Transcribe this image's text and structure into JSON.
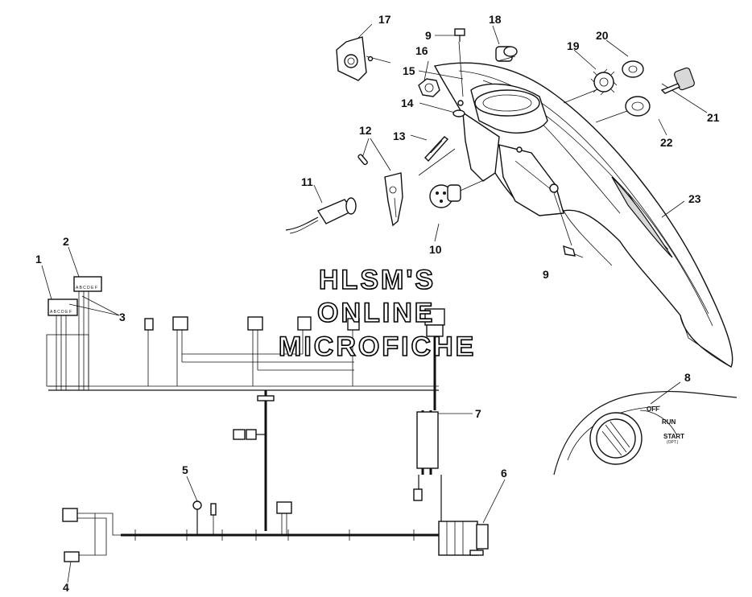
{
  "diagram": {
    "callouts": [
      {
        "id": "c17",
        "label": "17"
      },
      {
        "id": "c9a",
        "label": "9"
      },
      {
        "id": "c18",
        "label": "18"
      },
      {
        "id": "c16",
        "label": "16"
      },
      {
        "id": "c15",
        "label": "15"
      },
      {
        "id": "c20",
        "label": "20"
      },
      {
        "id": "c19",
        "label": "19"
      },
      {
        "id": "c14",
        "label": "14"
      },
      {
        "id": "c21",
        "label": "21"
      },
      {
        "id": "c13",
        "label": "13"
      },
      {
        "id": "c12",
        "label": "12"
      },
      {
        "id": "c22",
        "label": "22"
      },
      {
        "id": "c11",
        "label": "11"
      },
      {
        "id": "c23",
        "label": "23"
      },
      {
        "id": "c10",
        "label": "10"
      },
      {
        "id": "c9b",
        "label": "9"
      },
      {
        "id": "c1",
        "label": "1"
      },
      {
        "id": "c2",
        "label": "2"
      },
      {
        "id": "c3",
        "label": "3"
      },
      {
        "id": "c8",
        "label": "8"
      },
      {
        "id": "c7",
        "label": "7"
      },
      {
        "id": "c5",
        "label": "5"
      },
      {
        "id": "c6",
        "label": "6"
      },
      {
        "id": "c4",
        "label": "4"
      }
    ],
    "switch_positions": {
      "off": "OFF",
      "run": "RUN",
      "start": "START",
      "opt": "(OPT.)"
    },
    "connector_pins_a": "A B C D E F",
    "connector_pins_b": "A B C D E F"
  },
  "watermark": {
    "line1": "HLSM'S",
    "line2": "ONLINE",
    "line3": "MICROFICHE"
  }
}
